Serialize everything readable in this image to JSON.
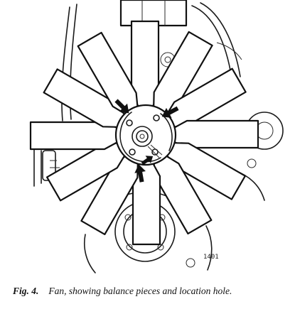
{
  "figure": {
    "number_label": "Fig. 4.",
    "caption_text": "Fan, showing balance pieces and location hole.",
    "reference_code": "1401",
    "fan_blade_count": 12,
    "callout_arrow_count": 4
  }
}
